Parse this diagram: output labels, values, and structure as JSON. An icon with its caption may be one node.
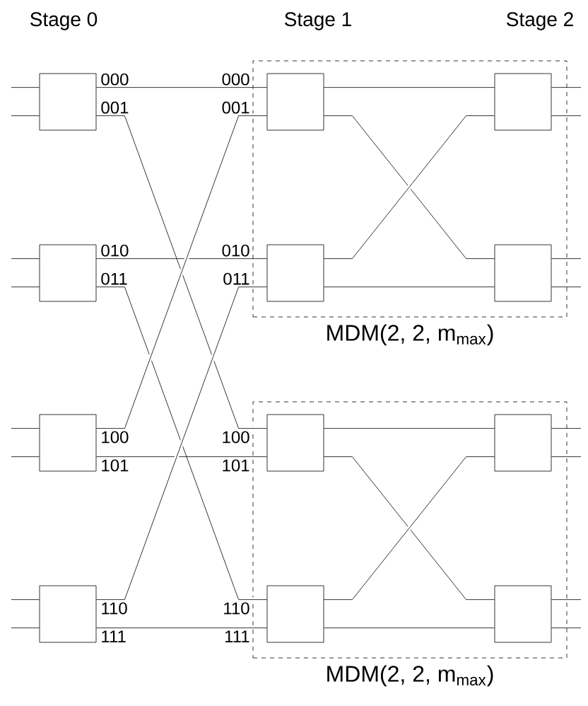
{
  "diagram": {
    "nodes": [
      {
        "text": [],
        "shape": "box"
      },
      {
        "text": [],
        "shape": "box"
      },
      {
        "text": [],
        "shape": "box"
      },
      {
        "text": [],
        "shape": "box"
      },
      {
        "text": [
          "MDM(2, 2, m$_{max}$)"
        ]
      },
      {
        "text": [],
        "shape": "box",
        "in": 4
      },
      {
        "text": [],
        "shape": "box",
        "in": 4
      },
      {
        "text": [],
        "shape": "box",
        "in": 4
      },
      {
        "text": [],
        "shape": "box",
        "in": 4
      },
      {
        "text": [
          "MDM(2, 2, m$_{max}$)"
        ]
      },
      {
        "text": [],
        "shape": "box",
        "in": 9
      },
      {
        "text": [],
        "shape": "box",
        "in": 9
      },
      {
        "text": [],
        "shape": "box",
        "in": 9
      },
      {
        "text": [],
        "shape": "box",
        "in": 9
      }
    ],
    "edges": [
      {
        "from": null,
        "to": 0,
        "arrow": "none"
      },
      {
        "from": null,
        "to": 0,
        "arrow": "none"
      },
      {
        "from": null,
        "to": 1,
        "arrow": "none"
      },
      {
        "from": null,
        "to": 1,
        "arrow": "none"
      },
      {
        "from": null,
        "to": 2,
        "arrow": "none"
      },
      {
        "from": null,
        "to": 2,
        "arrow": "none"
      },
      {
        "from": null,
        "to": 3,
        "arrow": "none"
      },
      {
        "from": null,
        "to": 3,
        "arrow": "none"
      },
      {
        "from": 0,
        "to": 5,
        "arrow": "none"
      },
      {
        "from": 0,
        "to": 10,
        "arrow": "none"
      },
      {
        "from": 1,
        "to": 7,
        "arrow": "none"
      },
      {
        "from": 1,
        "to": 12,
        "arrow": "none"
      },
      {
        "from": 2,
        "to": 5,
        "arrow": "none"
      },
      {
        "from": 2,
        "to": 10,
        "arrow": "none"
      },
      {
        "from": 3,
        "to": 7,
        "arrow": "none"
      },
      {
        "from": 3,
        "to": 12,
        "arrow": "none"
      },
      {
        "from": 5,
        "to": 6,
        "arrow": "none"
      },
      {
        "from": 5,
        "to": 8,
        "arrow": "none"
      },
      {
        "from": 7,
        "to": 6,
        "arrow": "none"
      },
      {
        "from": 7,
        "to": 8,
        "arrow": "none"
      },
      {
        "from": 10,
        "to": 11,
        "arrow": "none"
      },
      {
        "from": 10,
        "to": 13,
        "arrow": "none"
      },
      {
        "from": 12,
        "to": 11,
        "arrow": "none"
      },
      {
        "from": 12,
        "to": 13,
        "arrow": "none"
      },
      {
        "from": 6,
        "to": null,
        "arrow": "none"
      },
      {
        "from": 6,
        "to": null,
        "arrow": "none"
      },
      {
        "from": 8,
        "to": null,
        "arrow": "none"
      },
      {
        "from": 8,
        "to": null,
        "arrow": "none"
      },
      {
        "from": 11,
        "to": null,
        "arrow": "none"
      },
      {
        "from": 11,
        "to": null,
        "arrow": "none"
      },
      {
        "from": 13,
        "to": null,
        "arrow": "none"
      },
      {
        "from": 13,
        "to": null,
        "arrow": "none"
      }
    ],
    "labels": [
      "Stage 0",
      "Stage 1",
      "Stage 2",
      "000",
      "000",
      "001",
      "001",
      "010",
      "010",
      "011",
      "011",
      "100",
      "100",
      "101",
      "101",
      "110",
      "110",
      "111",
      "111"
    ]
  }
}
